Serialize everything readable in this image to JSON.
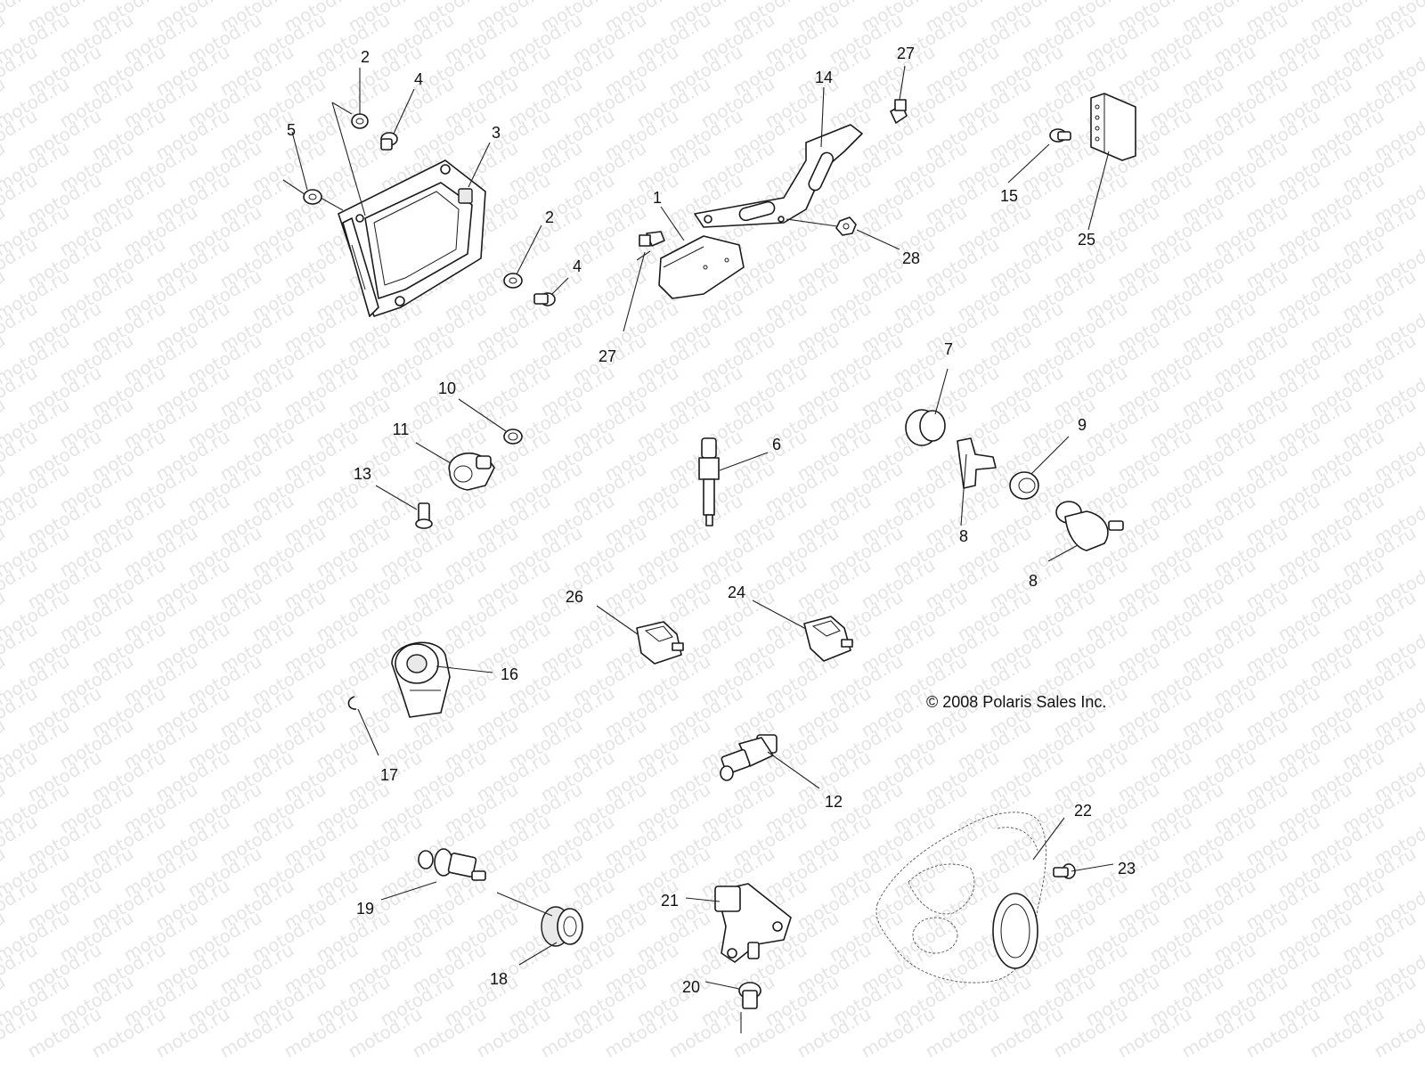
{
  "watermark": "motod.ru",
  "copyright": "© 2008 Polaris Sales Inc.",
  "callouts": {
    "c1": "1",
    "c2a": "2",
    "c2b": "2",
    "c3": "3",
    "c4a": "4",
    "c4b": "4",
    "c5": "5",
    "c6": "6",
    "c7": "7",
    "c8a": "8",
    "c8b": "8",
    "c9": "9",
    "c10": "10",
    "c11": "11",
    "c12": "12",
    "c13": "13",
    "c14": "14",
    "c15": "15",
    "c16": "16",
    "c17": "17",
    "c18": "18",
    "c19": "19",
    "c20": "20",
    "c21": "21",
    "c22": "22",
    "c23": "23",
    "c24": "24",
    "c25": "25",
    "c26": "26",
    "c27a": "27",
    "c27b": "27",
    "c28": "28"
  }
}
